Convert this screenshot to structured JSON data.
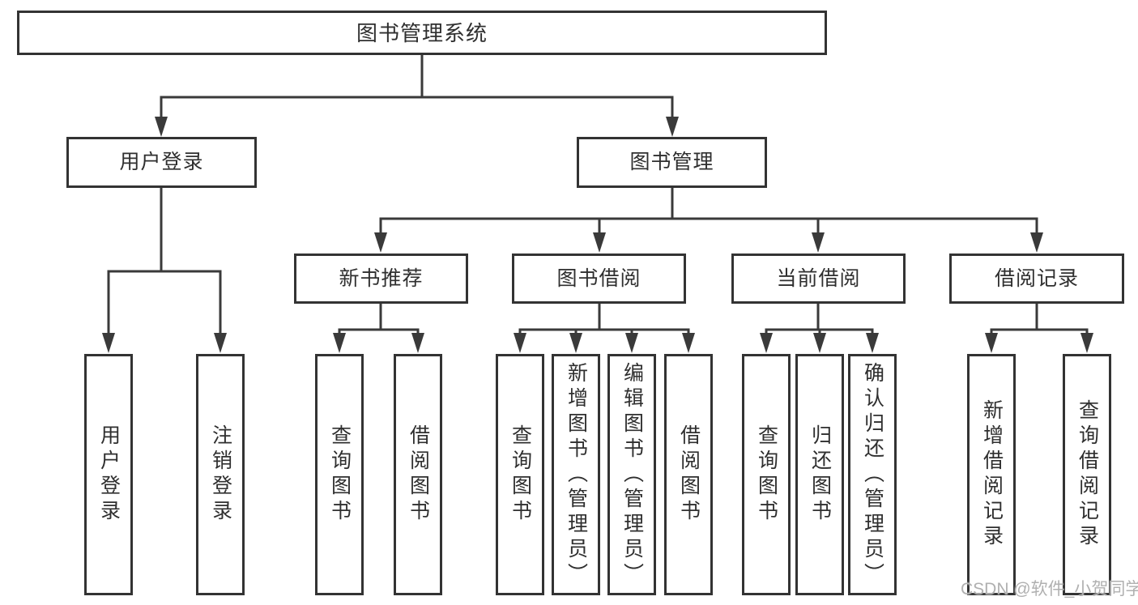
{
  "diagram": {
    "root": {
      "label": "图书管理系统"
    },
    "branches": [
      {
        "label": "用户登录",
        "children": [
          {
            "label": "用户登录"
          },
          {
            "label": "注销登录"
          }
        ]
      },
      {
        "label": "图书管理",
        "children": [
          {
            "label": "新书推荐",
            "children": [
              {
                "label": "查询图书"
              },
              {
                "label": "借阅图书"
              }
            ]
          },
          {
            "label": "图书借阅",
            "children": [
              {
                "label": "查询图书"
              },
              {
                "label": "新增图书（管理员）"
              },
              {
                "label": "编辑图书（管理员）"
              },
              {
                "label": "借阅图书"
              }
            ]
          },
          {
            "label": "当前借阅",
            "children": [
              {
                "label": "查询图书"
              },
              {
                "label": "归还图书"
              },
              {
                "label": "确认归还（管理员）"
              }
            ]
          },
          {
            "label": "借阅记录",
            "children": [
              {
                "label": "新增借阅记录"
              },
              {
                "label": "查询借阅记录"
              }
            ]
          }
        ]
      }
    ]
  },
  "watermark": {
    "text": "CSDN @软件_小贺同学"
  },
  "colors": {
    "line": "#3a3a3a",
    "box_border": "#333333",
    "text": "#2f2f2f",
    "background": "#ffffff",
    "watermark": "#b0b0b0"
  }
}
